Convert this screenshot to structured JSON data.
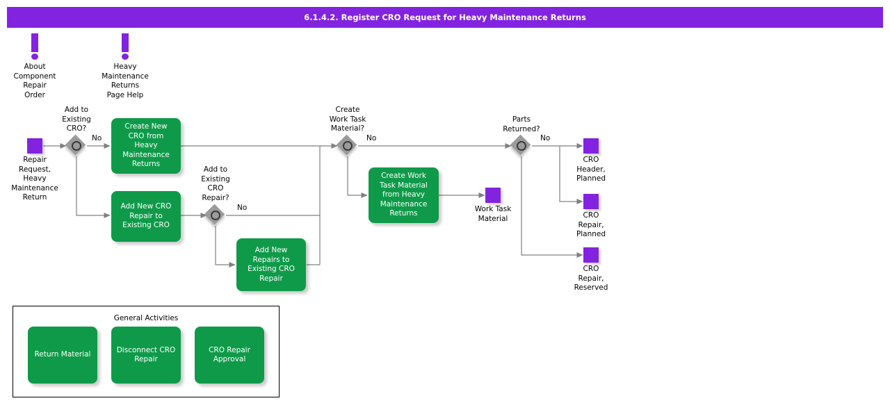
{
  "header": {
    "title": "6.1.4.2. Register CRO Request for Heavy Maintenance Returns",
    "bar_color": "#8223e0"
  },
  "colors": {
    "task_green": "#0f9a4a",
    "data_purple": "#8223e0",
    "gateway_gray": "#9b9b9b",
    "connector": "#808080",
    "text": "#000000"
  },
  "annotations": [
    {
      "icon": "exclamation-icon",
      "label": "About\nComponent\nRepair\nOrder"
    },
    {
      "icon": "exclamation-icon",
      "label": "Heavy\nMaintenance\nReturns\nPage Help"
    }
  ],
  "data_objects": [
    {
      "name": "repair-request-heavy-maintenance-return",
      "label": "Repair\nRequest,\nHeavy\nMaintenance\nReturn"
    },
    {
      "name": "work-task-material",
      "label": "Work Task\nMaterial"
    },
    {
      "name": "cro-header-planned",
      "label": "CRO\nHeader,\nPlanned"
    },
    {
      "name": "cro-repair-planned",
      "label": "CRO\nRepair,\nPlanned"
    },
    {
      "name": "cro-repair-reserved",
      "label": "CRO\nRepair,\nReserved"
    }
  ],
  "gateways": [
    {
      "name": "add-to-existing-cro",
      "label": "Add to\nExisting\nCRO?",
      "branch_label": "No"
    },
    {
      "name": "add-to-existing-cro-repair",
      "label": "Add to\nExisting\nCRO\nRepair?",
      "branch_label": "No"
    },
    {
      "name": "create-work-task-material",
      "label": "Create\nWork Task\nMaterial?",
      "branch_label": "No"
    },
    {
      "name": "parts-returned",
      "label": "Parts\nReturned?",
      "branch_label": "No"
    }
  ],
  "tasks": [
    {
      "name": "create-new-cro-from-heavy-maintenance-returns",
      "label": "Create New\nCRO from\nHeavy\nMaintenance\nReturns"
    },
    {
      "name": "add-new-cro-repair-to-existing-cro",
      "label": "Add New CRO\nRepair to\nExisting CRO"
    },
    {
      "name": "add-new-repairs-to-existing-cro-repair",
      "label": "Add New\nRepairs to\nExisting CRO\nRepair"
    },
    {
      "name": "create-work-task-material-from-heavy-maintenance-returns",
      "label": "Create Work\nTask Material\nfrom Heavy\nMaintenance\nReturns"
    }
  ],
  "general_activities": {
    "title": "General Activities",
    "tasks": [
      {
        "name": "return-material",
        "label": "Return Material"
      },
      {
        "name": "disconnect-cro-repair",
        "label": "Disconnect CRO\nRepair"
      },
      {
        "name": "cro-repair-approval",
        "label": "CRO Repair\nApproval"
      }
    ]
  }
}
